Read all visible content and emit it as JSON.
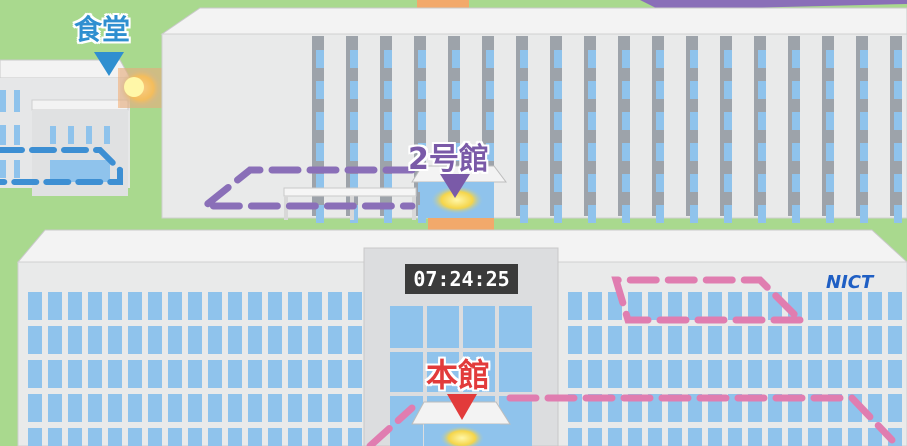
{
  "map": {
    "cafeteria_label": "食堂",
    "building2_label": "2号館",
    "main_building_label": "本館",
    "clock": "07:24:25",
    "logo": "NICT"
  },
  "colors": {
    "grass": "#a9d98e",
    "building": "#e9eaea",
    "roof": "#f3f3f3",
    "window": "#8fc3ec",
    "cafeteria_marker": "#2f8fd0",
    "building2_marker": "#7a5aa8",
    "main_marker": "#e23b3b",
    "path_blue": "#3d8fd3",
    "path_purple": "#8a6fb8",
    "path_pink": "#e07db0",
    "corridor": "#f2a96b"
  },
  "icons": [
    "marker-cafeteria-icon",
    "marker-building2-icon",
    "marker-main-icon",
    "nict-logo"
  ]
}
